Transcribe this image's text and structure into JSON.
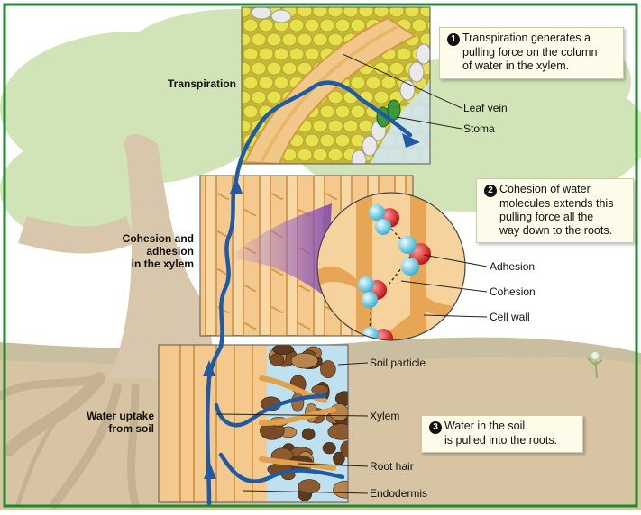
{
  "stages": {
    "transpiration": "Transpiration",
    "cohesion": [
      "Cohesion and",
      "adhesion",
      "in the xylem"
    ],
    "uptake": [
      "Water uptake",
      "from soil"
    ]
  },
  "labels": {
    "leaf_vein": "Leaf vein",
    "stoma": "Stoma",
    "adhesion": "Adhesion",
    "cohesion": "Cohesion",
    "cell_wall": "Cell wall",
    "soil_particle": "Soil particle",
    "xylem": "Xylem",
    "root_hair": "Root hair",
    "endodermis": "Endodermis"
  },
  "notes": [
    {
      "number": "1",
      "lines": [
        "Transpiration generates a",
        "pulling force on the column",
        "of water in the xylem."
      ]
    },
    {
      "number": "2",
      "lines": [
        "Cohesion of water",
        "molecules extends this",
        "pulling force all the",
        "way down to the roots."
      ]
    },
    {
      "number": "3",
      "lines": [
        "Water in the soil",
        "is pulled into the roots."
      ]
    }
  ],
  "colors": {
    "border": "#1f8a2c",
    "water_arrow": "#1f5aa6",
    "xylem": "#f3c98e",
    "leaf_cells": "#e3e04a",
    "soil": "#a06a3a"
  }
}
